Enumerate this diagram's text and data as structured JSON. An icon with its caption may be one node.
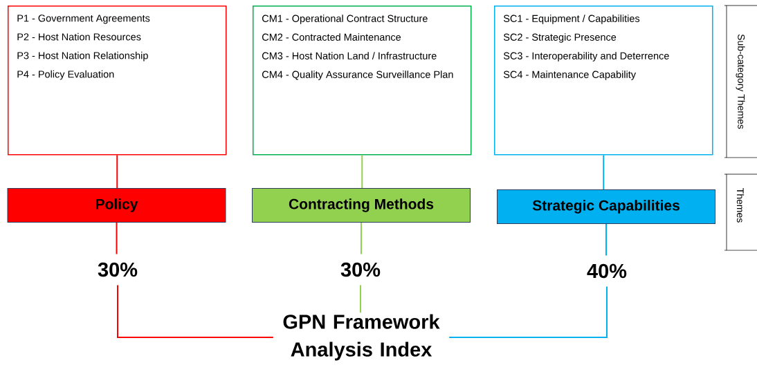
{
  "diagram": {
    "nodes": [
      {
        "text": [
          "P1 - Government Agreements",
          "P2 - Host Nation Resources",
          "P3 - Host Nation Relationship",
          "P4 - Policy Evaluation"
        ]
      },
      {
        "text": [
          "CM1 - Operational Contract Structure",
          "CM2 - Contracted Maintenance",
          "CM3 - Host Nation Land / Infrastructure",
          "CM4 - Quality Assurance Surveillance Plan"
        ]
      },
      {
        "text": [
          "SC1 - Equipment / Capabilities",
          "SC2 - Strategic Presence",
          "SC3 - Interoperability and Deterrence",
          "SC4 - Maintenance Capability"
        ]
      },
      {
        "text": [
          "Policy"
        ]
      },
      {
        "text": [
          "Contracting Methods"
        ]
      },
      {
        "text": [
          "Strategic Capabilities"
        ]
      },
      {
        "text": [
          "30%"
        ]
      },
      {
        "text": [
          "30%"
        ]
      },
      {
        "text": [
          "40%"
        ]
      },
      {
        "text": [
          "GPN Framework Analysis Index"
        ]
      }
    ],
    "edges": [
      {
        "from": 0,
        "to": 3,
        "arrow": "none",
        "color": "#ff0000"
      },
      {
        "from": 1,
        "to": 4,
        "arrow": "none",
        "color": "#92d050"
      },
      {
        "from": 2,
        "to": 5,
        "arrow": "none",
        "color": "#00b0f0"
      },
      {
        "from": 3,
        "to": 6,
        "arrow": "none",
        "color": "#ff0000"
      },
      {
        "from": 4,
        "to": 7,
        "arrow": "none",
        "color": "#92d050"
      },
      {
        "from": 5,
        "to": 8,
        "arrow": "none",
        "color": "#00b0f0"
      },
      {
        "from": 6,
        "to": 9,
        "arrow": "none",
        "color": "#ff0000"
      },
      {
        "from": 7,
        "to": 9,
        "arrow": "none",
        "color": "#92d050"
      },
      {
        "from": 8,
        "to": 9,
        "arrow": "none",
        "color": "#00b0f0"
      }
    ],
    "labels": [
      "Sub-category Themes",
      "Themes"
    ]
  }
}
